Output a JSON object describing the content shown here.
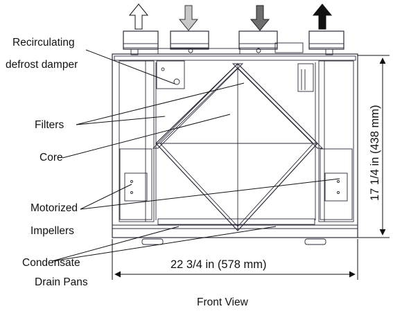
{
  "labels": {
    "recirc_line1": "Recirculating",
    "recirc_line2": "defrost damper",
    "filters": "Filters",
    "core": "Core",
    "motorized_line1": "Motorized",
    "motorized_line2": "Impellers",
    "condensate_line1": "Condensate",
    "condensate_line2": "Drain Pans"
  },
  "dimensions": {
    "height": "17 1/4 in (438 mm)",
    "width": "22 3/4 in (578 mm)"
  },
  "caption": "Front View",
  "arrows": [
    {
      "name": "arrow-up-white",
      "direction": "up",
      "fill": "#ffffff"
    },
    {
      "name": "arrow-down-light-gray",
      "direction": "down",
      "fill": "#c8c8c8"
    },
    {
      "name": "arrow-down-dark-gray",
      "direction": "down",
      "fill": "#6e6e6e"
    },
    {
      "name": "arrow-up-black",
      "direction": "up",
      "fill": "#111111"
    }
  ],
  "colors": {
    "line": "#2a2a3a",
    "text": "#111111"
  }
}
